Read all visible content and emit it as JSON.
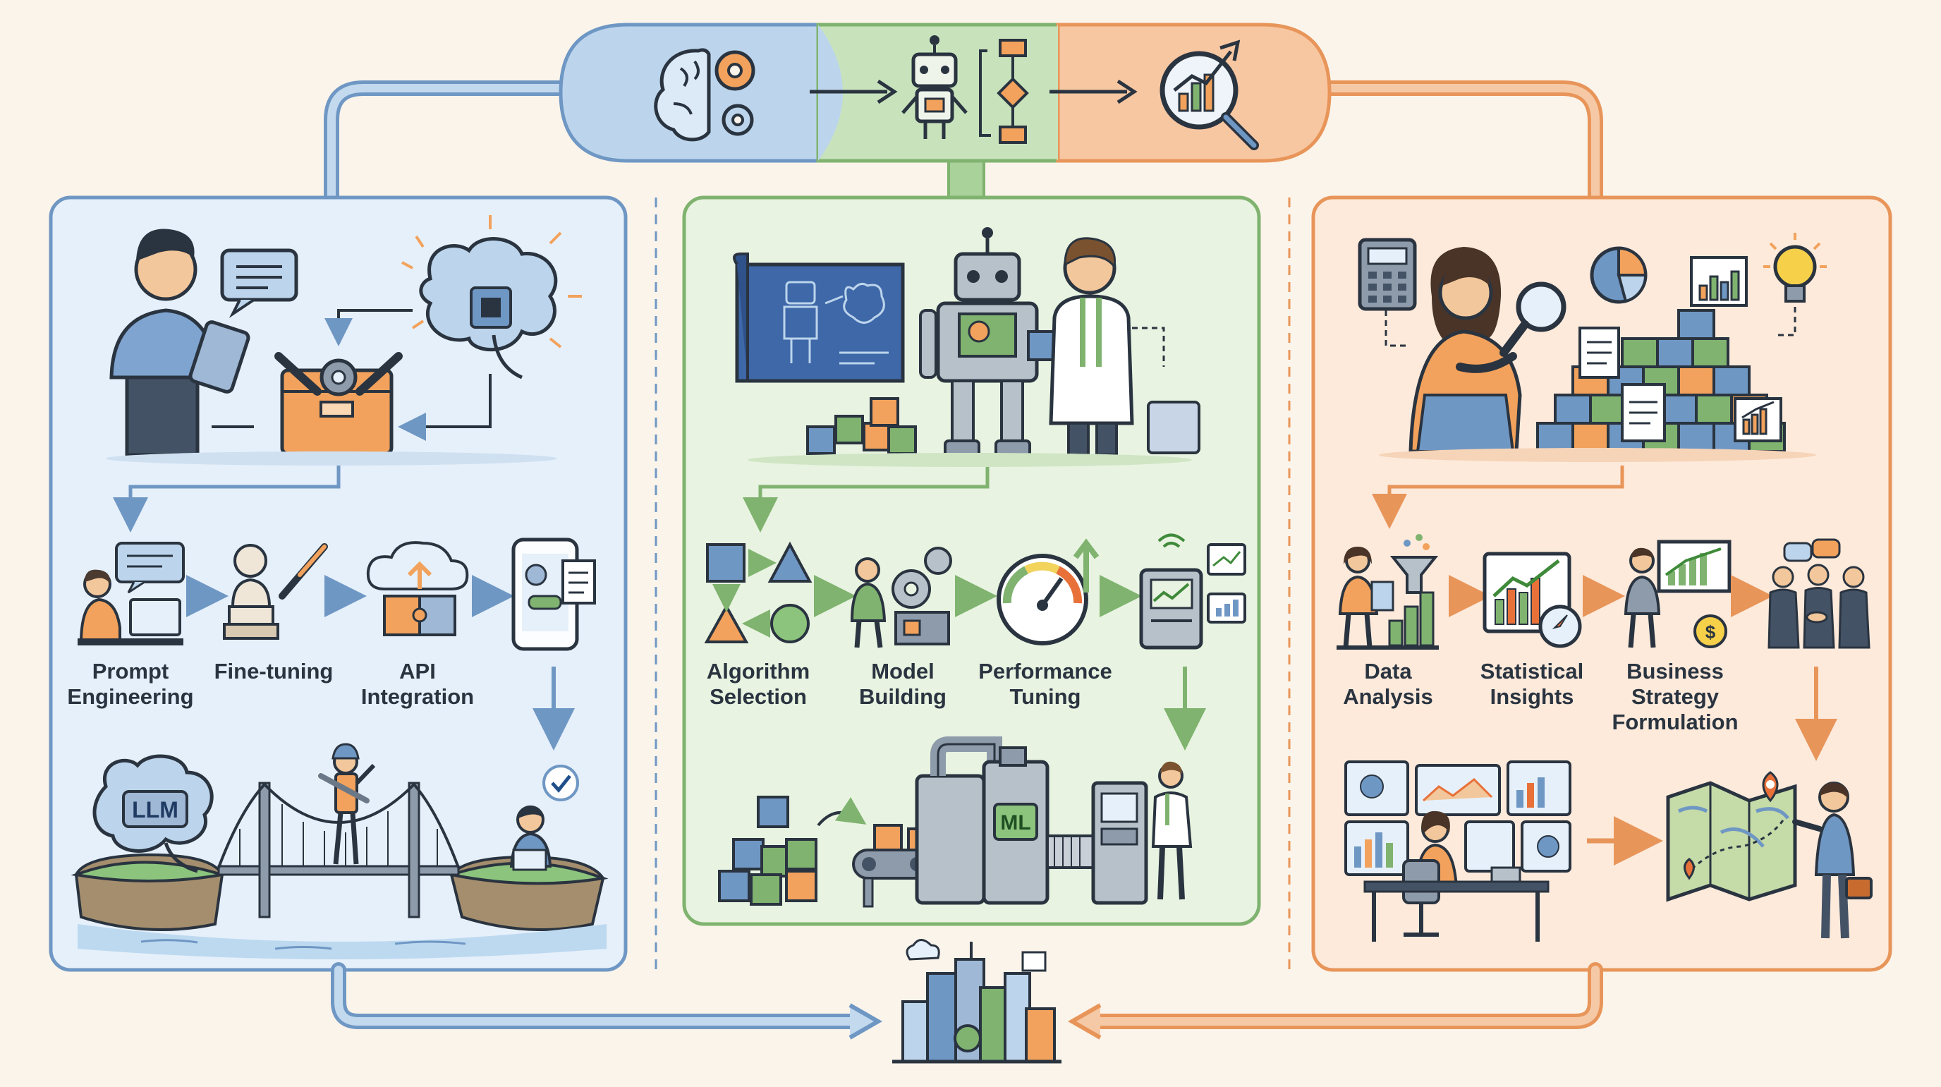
{
  "colors": {
    "background": "#fbf4ea",
    "blue_panel": "#e6f0fa",
    "blue_stroke": "#6f97c4",
    "green_panel": "#e8f3e1",
    "green_stroke": "#7fb36f",
    "orange_panel": "#fdeadb",
    "orange_stroke": "#e8955a",
    "text": "#2a3440"
  },
  "header_icons": [
    "brain-gears-icon",
    "robot-flowchart-icon",
    "magnifier-chart-icon"
  ],
  "left_panel": {
    "badge": "LLM",
    "steps": [
      {
        "line1": "Prompt",
        "line2": "Engineering"
      },
      {
        "line1": "Fine-tuning",
        "line2": ""
      },
      {
        "line1": "API",
        "line2": "Integration"
      }
    ]
  },
  "middle_panel": {
    "badge": "ML",
    "steps": [
      {
        "line1": "Algorithm",
        "line2": "Selection"
      },
      {
        "line1": "Model",
        "line2": "Building"
      },
      {
        "line1": "Performance",
        "line2": "Tuning"
      }
    ]
  },
  "right_panel": {
    "steps": [
      {
        "line1": "Data",
        "line2": "Analysis",
        "line3": ""
      },
      {
        "line1": "Statistical",
        "line2": "Insights",
        "line3": ""
      },
      {
        "line1": "Business",
        "line2": "Strategy",
        "line3": "Formulation"
      }
    ]
  },
  "bottom_icon": "city-skyline-icon"
}
